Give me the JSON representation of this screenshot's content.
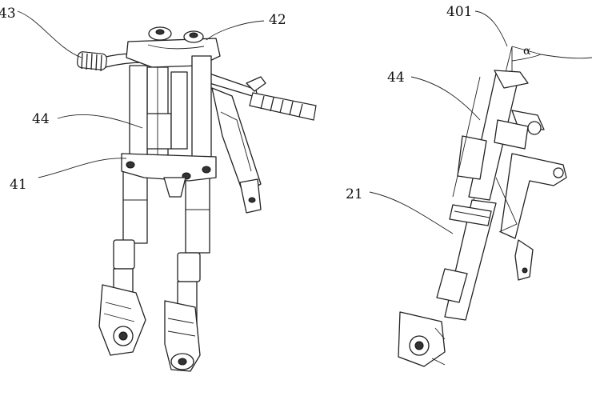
{
  "labels": {
    "left_grip": "43",
    "left_top_clamp": "42",
    "left_fork_tube": "44",
    "left_lower_clamp": "41",
    "right_axis": "401",
    "right_fork_tube": "44",
    "right_lower_tube": "21",
    "angle": "α"
  }
}
